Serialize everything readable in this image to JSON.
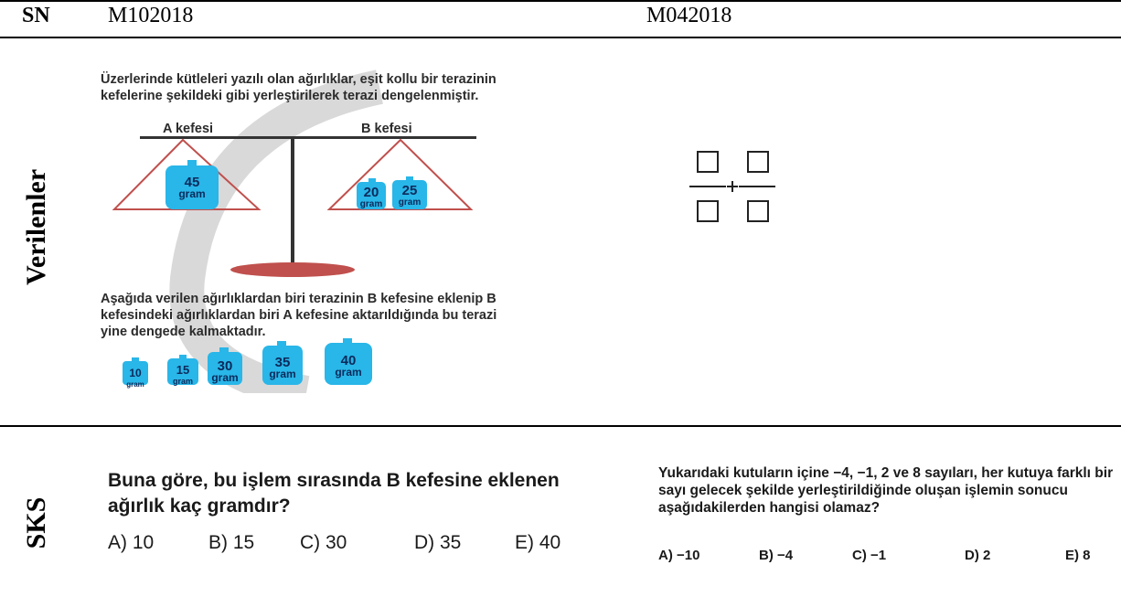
{
  "header": {
    "sn": "SN",
    "col1": "M102018",
    "col2": "M042018"
  },
  "rows": {
    "row1_label": "Verilenler",
    "row2_label": "SKS"
  },
  "q1": {
    "intro": "Üzerlerinde kütleleri yazılı olan ağırlıklar, eşit kollu bir terazinin kefelerine şekildeki gibi yerleştirilerek terazi dengelenmiştir.",
    "pan_a": "A kefesi",
    "pan_b": "B kefesi",
    "weight_a": {
      "num": "45",
      "unit": "gram"
    },
    "weights_b": [
      {
        "num": "20",
        "unit": "gram"
      },
      {
        "num": "25",
        "unit": "gram"
      }
    ],
    "instruction": "Aşağıda verilen ağırlıklardan biri terazinin B kefesine eklenip B kefesindeki ağırlıklardan biri A kefesine aktarıldığında bu terazi yine dengede kalmaktadır.",
    "candidates": [
      {
        "num": "10",
        "unit": "gram"
      },
      {
        "num": "15",
        "unit": "gram"
      },
      {
        "num": "30",
        "unit": "gram"
      },
      {
        "num": "35",
        "unit": "gram"
      },
      {
        "num": "40",
        "unit": "gram"
      }
    ],
    "question": "Buna göre, bu işlem sırasında B kefesine eklenen ağırlık kaç gramdır?",
    "options": [
      "A) 10",
      "B) 15",
      "C) 30",
      "D) 35",
      "E) 40"
    ]
  },
  "q2": {
    "question": "Yukarıdaki kutuların içine −4, −1, 2 ve 8 sayıları, her kutuya farklı bir sayı gelecek şekilde yerleştirildiğinde oluşan işlemin sonucu aşağıdakilerden hangisi olamaz?",
    "options": [
      "A) −10",
      "B) −4",
      "C) −1",
      "D) 2",
      "E) 8"
    ]
  },
  "colors": {
    "weight_fill": "#29b6e8",
    "pan_stroke": "#c0504d",
    "base_fill": "#c0504d",
    "watermark": "#d9d9d9"
  }
}
